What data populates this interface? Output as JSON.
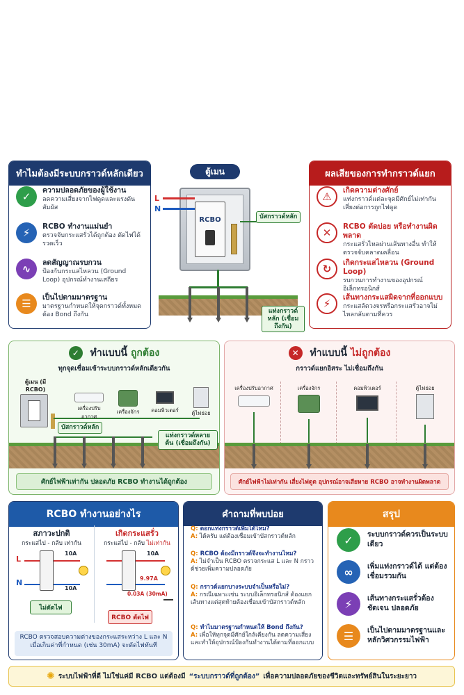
{
  "why": {
    "title": "ทำไมต้องมีระบบกราวด์หลักเดียว",
    "items": [
      {
        "title": "ความปลอดภัยของผู้ใช้งาน",
        "desc": "ลดความเสี่ยงจากไฟดูดและแรงดันสัมผัส"
      },
      {
        "title": "RCBO ทำงานแม่นยำ",
        "desc": "ตรวจจับกระแสรั่วได้ถูกต้อง ตัดไฟได้รวดเร็ว"
      },
      {
        "title": "ลดสัญญาณรบกวน",
        "desc": "ป้องกันกระแสไหลวน (Ground Loop) อุปกรณ์ทำงานเสถียร"
      },
      {
        "title": "เป็นไปตามมาตรฐาน",
        "desc": "มาตรฐานกำหนดให้จุดกราวด์ทั้งหมดต้อง Bond ถึงกัน"
      }
    ]
  },
  "cabinet": {
    "title": "ตู้เมน",
    "L": "L",
    "N": "N",
    "rcbo": "RCBO",
    "bus_label": "บัสกราวด์หลัก",
    "rod_label": "แท่งกราวด์หลัก (เชื่อมถึงกัน)"
  },
  "bad": {
    "title": "ผลเสียของการทำกราวด์แยก",
    "items": [
      {
        "title": "เกิดความต่างศักย์",
        "desc": "แท่งกราวด์แต่ละจุดมีศักย์ไม่เท่ากัน เสี่ยงต่อการถูกไฟดูด"
      },
      {
        "title": "RCBO ตัดบ่อย หรือทำงานผิดพลาด",
        "desc": "กระแสรั่วไหลผ่านเส้นทางอื่น ทำให้ตรวจจับคลาดเคลื่อน"
      },
      {
        "title": "เกิดกระแสไหลวน (Ground Loop)",
        "desc": "รบกวนการทำงานของอุปกรณ์อิเล็กทรอนิกส์"
      },
      {
        "title": "เส้นทางกระแสผิดจากที่ออกแบบ",
        "desc": "กระแสลัดวงจรหรือกระแสรั่วอาจไม่ไหลกลับตามที่ควร"
      }
    ]
  },
  "correct": {
    "title_prefix": "ทำแบบนี้",
    "title_suffix": "ถูกต้อง",
    "subtitle": "ทุกจุดเชื่อมเข้าระบบกราวด์หลักเดียวกัน",
    "cabinet_label": "ตู้เมน (มี RCBO)",
    "devices": [
      "เครื่องปรับอากาศ",
      "เครื่องจักร",
      "คอมพิวเตอร์",
      "ตู้ไฟย่อย"
    ],
    "bus_label": "บัสกราวด์หลัก",
    "rods_label": "แท่งกราวด์หลายต้น (เชื่อมถึงกัน)",
    "footer": "ศักย์ไฟฟ้าเท่ากัน ปลอดภัย RCBO ทำงานได้ถูกต้อง"
  },
  "wrong": {
    "title_prefix": "ทำแบบนี้",
    "title_suffix": "ไม่ถูกต้อง",
    "subtitle": "กราวด์แยกอิสระ ไม่เชื่อมถึงกัน",
    "devices": [
      "เครื่องปรับอากาศ",
      "เครื่องจักร",
      "คอมพิวเตอร์",
      "ตู้ไฟย่อย"
    ],
    "footer": "ศักย์ไฟฟ้าไม่เท่ากัน เสี่ยงไฟดูด อุปกรณ์อาจเสียหาย RCBO อาจทำงานผิดพลาด"
  },
  "how": {
    "title": "RCBO ทำงานอย่างไร",
    "normal_title": "สภาวะปกติ",
    "normal_sub": "กระแสไป - กลับ เท่ากัน",
    "leak_title": "เกิดกระแสรั่ว",
    "leak_sub_prefix": "กระแสไป - กลับ",
    "leak_sub_emph": "ไม่เท่ากัน",
    "L": "L",
    "N": "N",
    "i_in": "10A",
    "i_out": "10A",
    "leak_in": "10A",
    "leak_out": "9.97A",
    "leak_diff": "0.03A (30mA)",
    "normal_state": "ไม่ตัดไฟ",
    "leak_state": "RCBO ตัดไฟ",
    "note": "RCBO ตรวจสอบความต่างของกระแสระหว่าง L และ N เมื่อเกินค่าที่กำหนด (เช่น 30mA) จะตัดไฟทันที"
  },
  "faq": {
    "title": "คำถามที่พบบ่อย",
    "items": [
      {
        "q": "ตอกแท่งกราวด์เพิ่มได้ไหม?",
        "a": "ได้ครับ แต่ต้องเชื่อมเข้าบัสกราวด์หลัก"
      },
      {
        "q": "RCBO ต้องมีกราวด์จึงจะทำงานไหม?",
        "a": "ไม่จำเป็น RCBO ตรวจกระแส L และ N กราวด์ช่วยเพิ่มความปลอดภัย"
      },
      {
        "q": "กราวด์แยกบางระบบจำเป็นหรือไม่?",
        "a": "กรณีเฉพาะเช่น ระบบอิเล็กทรอนิกส์ ต้องแยกเส้นทางแต่สุดท้ายต้องเชื่อมเข้าบัสกราวด์หลัก"
      },
      {
        "q": "ทำไมมาตรฐานกำหนดให้ Bond ถึงกัน?",
        "a": "เพื่อให้ทุกจุดมีศักย์ใกล้เคียงกัน ลดความเสี่ยง และทำให้อุปกรณ์ป้องกันทำงานได้ตามที่ออกแบบ"
      }
    ],
    "q_prefix": "Q:",
    "a_prefix": "A:"
  },
  "summary": {
    "title": "สรุป",
    "items": [
      "ระบบกราวด์ควรเป็นระบบเดียว",
      "เพิ่มแท่งกราวด์ได้ แต่ต้องเชื่อมรวมกัน",
      "เส้นทางกระแสรั่วต้องชัดเจน ปลอดภัย",
      "เป็นไปตามมาตรฐานและหลักวิศวกรรมไฟฟ้า"
    ]
  },
  "banner": {
    "prefix": "ระบบไฟฟ้าที่ดี ไม่ใช่แค่มี RCBO แต่ต้องมี",
    "emph": "“ระบบกราวด์ที่ถูกต้อง”",
    "suffix": "เพื่อความปลอดภัยของชีวิตและทรัพย์สินในระยะยาว"
  },
  "colors": {
    "navy": "#1e3a6e",
    "red": "#b71c1c",
    "green": "#2e7d32",
    "orange": "#e8891d"
  }
}
